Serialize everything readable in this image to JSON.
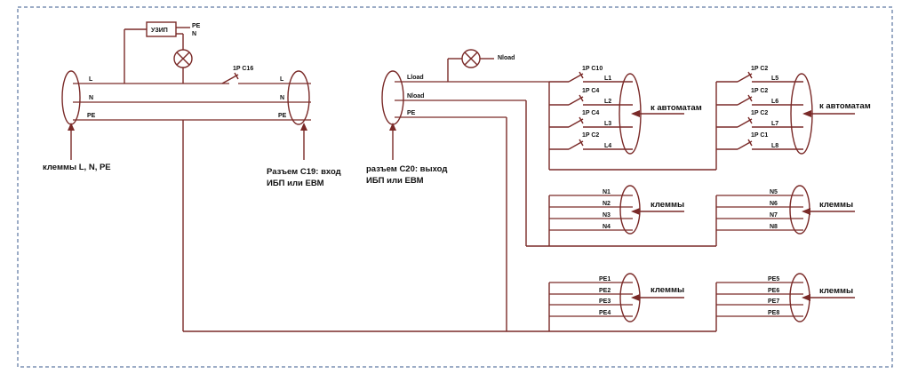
{
  "labels": {
    "uzip": "УЗИП",
    "pe_top": "PE",
    "n_top": "N",
    "l": "L",
    "n": "N",
    "pe": "PE",
    "c16": "1P C16",
    "lload": "Lload",
    "nload": "Nload",
    "nload_lamp": "Nload",
    "clamps_lnpe": "клеммы L, N, PE",
    "c19_line1": "Разъем С19: вход",
    "c19_line2": "ИБП или EBM",
    "c20_line1": "разъем С20: выход",
    "c20_line2": "ИБП или EBM",
    "to_breakers": "к автоматам",
    "clamps": "клеммы"
  },
  "breakers_left": [
    {
      "rating": "1P C10",
      "line": "L1"
    },
    {
      "rating": "1P C4",
      "line": "L2"
    },
    {
      "rating": "1P C4",
      "line": "L3"
    },
    {
      "rating": "1P C2",
      "line": "L4"
    }
  ],
  "breakers_right": [
    {
      "rating": "1P C2",
      "line": "L5"
    },
    {
      "rating": "1P C2",
      "line": "L6"
    },
    {
      "rating": "1P C2",
      "line": "L7"
    },
    {
      "rating": "1P C1",
      "line": "L8"
    }
  ],
  "n_left": [
    "N1",
    "N2",
    "N3",
    "N4"
  ],
  "n_right": [
    "N5",
    "N6",
    "N7",
    "N8"
  ],
  "pe_left": [
    "PE1",
    "PE2",
    "PE3",
    "PE4"
  ],
  "pe_right": [
    "PE5",
    "PE6",
    "PE7",
    "PE8"
  ]
}
